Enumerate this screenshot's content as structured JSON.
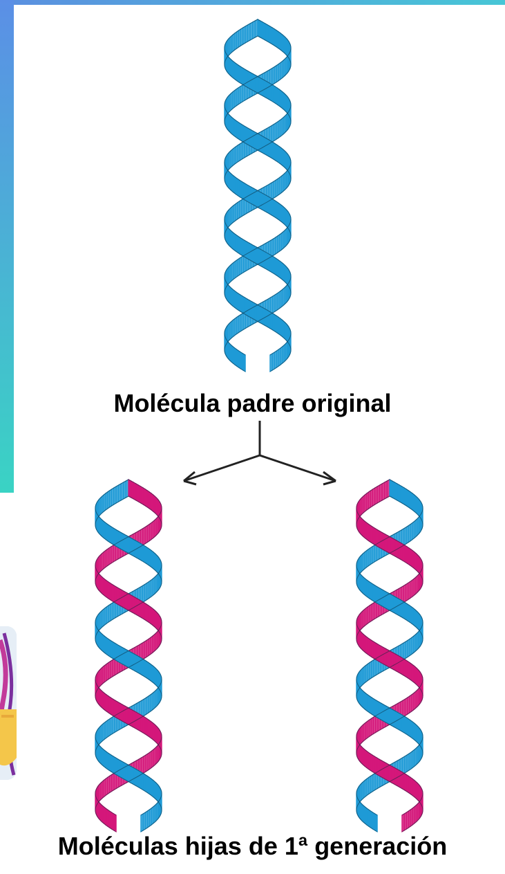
{
  "title_parent": "Molécula padre original",
  "title_daughters": "Moléculas hijas de 1ª generación",
  "colors": {
    "parent_strand": "#1e9ad6",
    "new_strand": "#d4177a",
    "outline": "#0b2a3a",
    "arrow": "#222222",
    "accent_band_top": "#5b8fe6",
    "accent_band_bottom": "#3ad3c4"
  },
  "molecules": [
    {
      "role": "parent",
      "strands": [
        "old",
        "old"
      ]
    },
    {
      "role": "daughter",
      "strands": [
        "new",
        "old"
      ]
    },
    {
      "role": "daughter",
      "strands": [
        "old",
        "new"
      ]
    }
  ]
}
